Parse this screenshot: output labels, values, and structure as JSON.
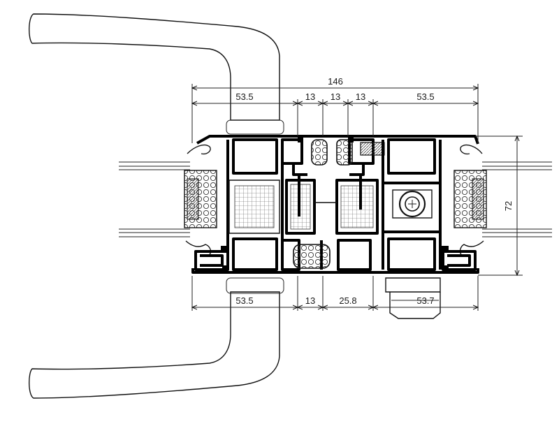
{
  "dimensions": {
    "overall_width": "146",
    "top_left": "53.5",
    "top_mid_1": "13",
    "top_mid_2": "13",
    "top_mid_3": "13",
    "top_right": "53.5",
    "bottom_left": "53.5",
    "bottom_mid": "13",
    "bottom_center": "25.8",
    "bottom_right": "53.7",
    "height": "72"
  },
  "colors": {
    "line": "#000000",
    "background": "#ffffff"
  }
}
